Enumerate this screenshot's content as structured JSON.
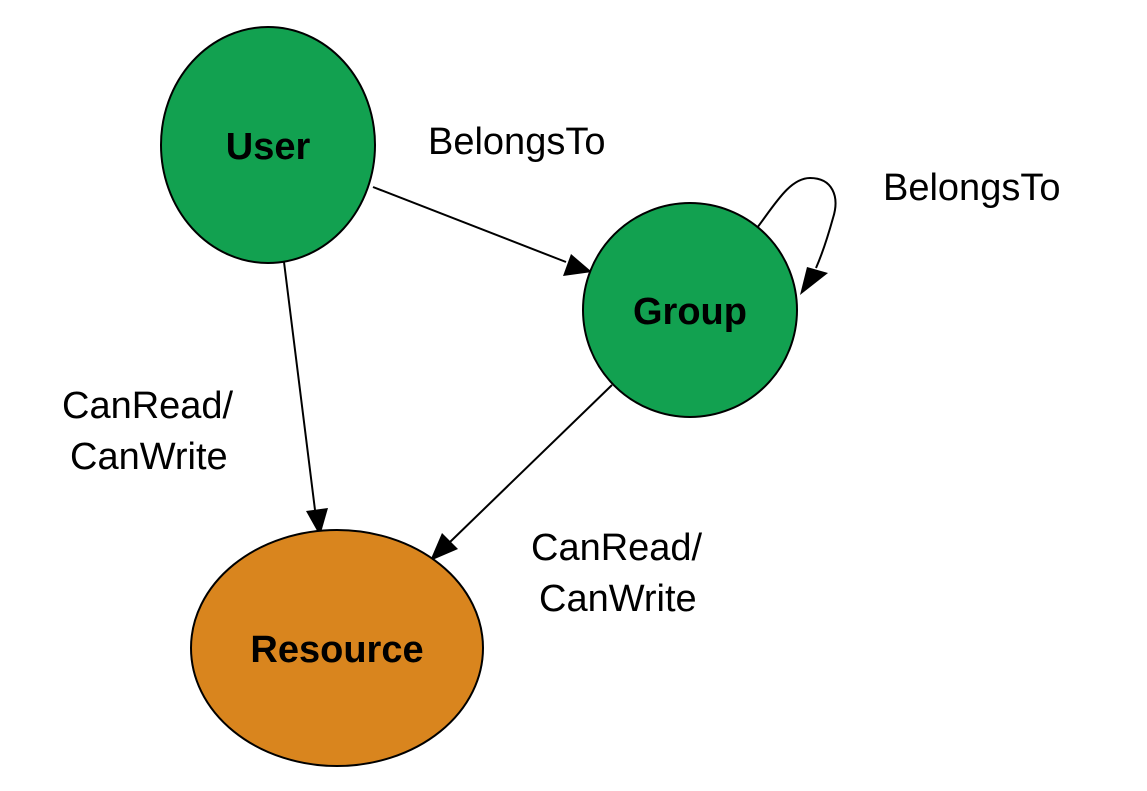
{
  "colors": {
    "user_fill": "#12A150",
    "group_fill": "#12A150",
    "resource_fill": "#D9851E",
    "stroke": "#000000"
  },
  "nodes": {
    "user": {
      "label": "User"
    },
    "group": {
      "label": "Group"
    },
    "resource": {
      "label": "Resource"
    }
  },
  "edges": {
    "user_group": {
      "label": "BelongsTo"
    },
    "group_group": {
      "label": "BelongsTo"
    },
    "user_resource": {
      "line1": "CanRead/",
      "line2": "CanWrite"
    },
    "group_resource": {
      "line1": "CanRead/",
      "line2": "CanWrite"
    }
  }
}
